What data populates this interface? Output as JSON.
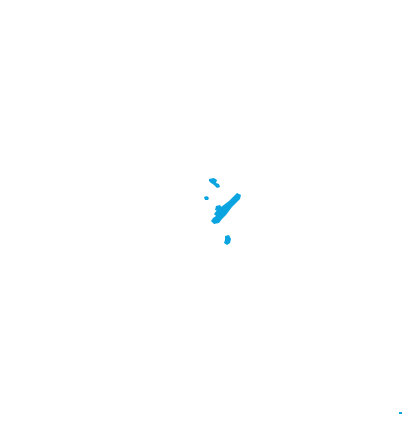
{
  "map": {
    "background_color": "#ffffff",
    "water_color": "#0aa4e0",
    "features": [
      {
        "name": "lake-main",
        "type": "water-body"
      },
      {
        "name": "lake-north-small",
        "type": "water-body"
      },
      {
        "name": "pond-west-small",
        "type": "water-body"
      },
      {
        "name": "pond-center-small",
        "type": "water-body"
      },
      {
        "name": "lake-south-small",
        "type": "water-body"
      },
      {
        "name": "speck-bottom-right",
        "type": "water-body"
      }
    ]
  }
}
